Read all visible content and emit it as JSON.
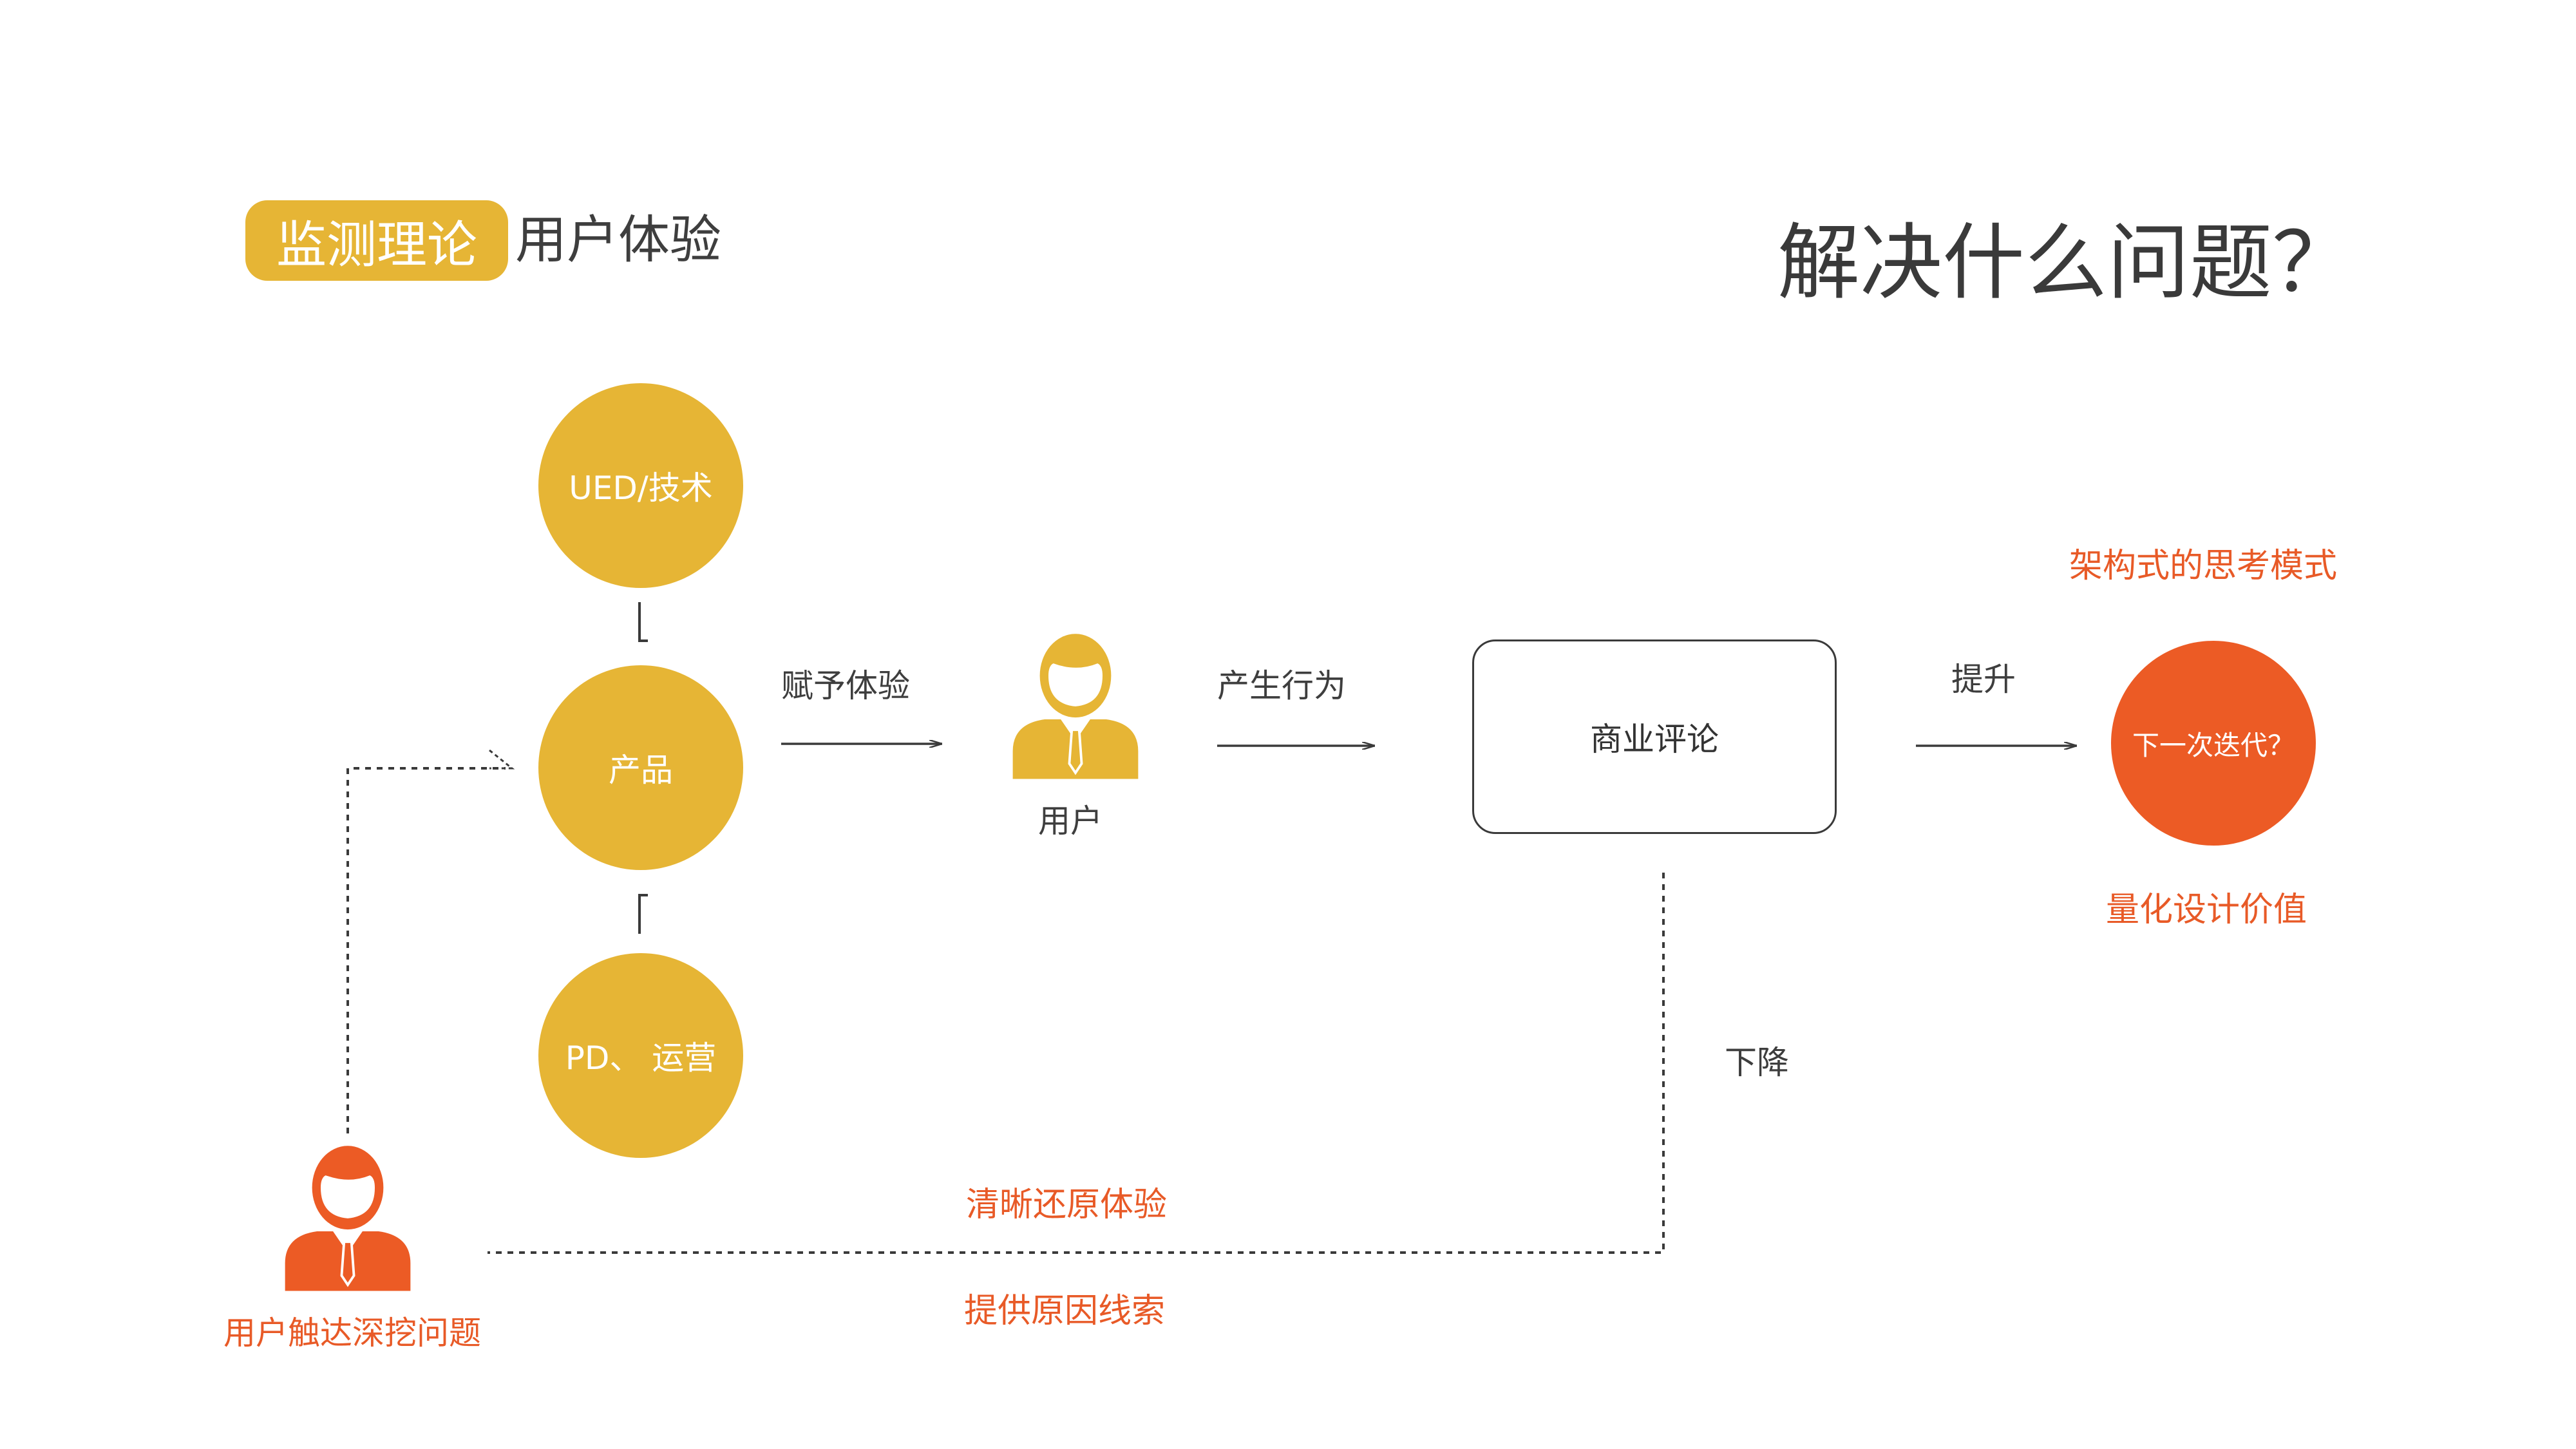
{
  "header": {
    "badge": "监测理论",
    "subtitle": "用户体验",
    "question": "解决什么问题？"
  },
  "colors": {
    "gold": "#e6b535",
    "orange": "#ec5b25",
    "text": "#3e3e3e",
    "accent_text": "#e85a27"
  },
  "nodes": {
    "ued": "UED/技术",
    "product": "产品",
    "pd": "PD、 运营",
    "user": "用户",
    "review": "商业评论",
    "next": "下一次迭代？",
    "dig_user": "用户触达深挖问题"
  },
  "edges": {
    "give_experience": "赋予体验",
    "produce_behavior": "产生行为",
    "improve": "提升",
    "decline": "下降",
    "restore": "清晰还原体验",
    "clues": "提供原因线索"
  },
  "annotations": {
    "framework": "架构式的思考模式",
    "quantify": "量化设计价值"
  },
  "icons": {
    "user": "person-icon",
    "dig_user": "person-icon"
  }
}
